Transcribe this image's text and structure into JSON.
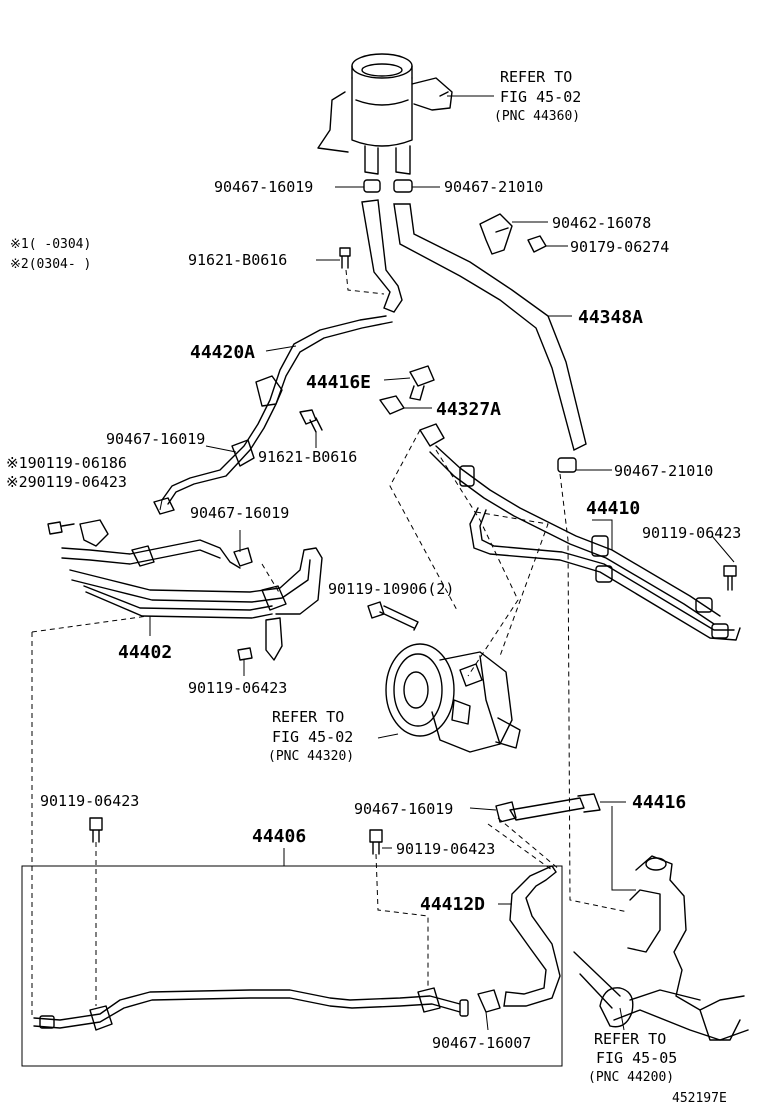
{
  "refs": {
    "reservoir": [
      "REFER TO",
      "FIG 45-02",
      "(PNC 44360)"
    ],
    "pump": [
      "REFER TO",
      "FIG 45-02",
      "(PNC 44320)"
    ],
    "gear": [
      "REFER TO",
      "FIG 45-05",
      "(PNC 44200)"
    ]
  },
  "notes": {
    "note1": "※1(    -0304)",
    "note2": "※2(0304-    )"
  },
  "labels": {
    "l_90467_16019_a": "90467-16019",
    "l_90467_21010_a": "90467-21010",
    "l_90462_16078": "90462-16078",
    "l_90179_06274": "90179-06274",
    "l_91621_B0616_a": "91621-B0616",
    "l_44348A": "44348A",
    "l_44420A": "44420A",
    "l_44416E": "44416E",
    "l_44327A": "44327A",
    "l_90467_16019_b": "90467-16019",
    "l_91621_B0616_b": "91621-B0616",
    "l_90467_21010_b": "90467-21010",
    "l_x1_90119_06186": "※190119-06186",
    "l_x2_90119_06423": "※290119-06423",
    "l_90467_16019_c": "90467-16019",
    "l_44410": "44410",
    "l_90119_06423_a": "90119-06423",
    "l_90119_10906": "90119-10906(2)",
    "l_44402": "44402",
    "l_90119_06423_b": "90119-06423",
    "l_90119_06423_c": "90119-06423",
    "l_90467_16019_d": "90467-16019",
    "l_44416": "44416",
    "l_44406": "44406",
    "l_90119_06423_d": "90119-06423",
    "l_44412D": "44412D",
    "l_90467_16007": "90467-16007"
  },
  "footer": {
    "code": "452197E"
  }
}
